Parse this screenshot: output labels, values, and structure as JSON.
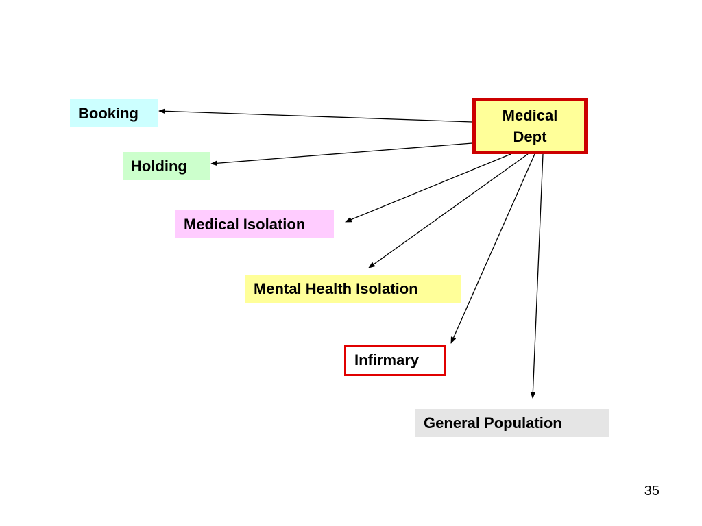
{
  "colors": {
    "booking_bg": "#ccffff",
    "holding_bg": "#ccffcc",
    "medical_isolation_bg": "#ffccff",
    "mental_health_isolation_bg": "#ffff99",
    "infirmary_border": "#e00000",
    "general_population_bg": "#e5e5e5",
    "medical_dept_bg": "#ffff99",
    "medical_dept_border": "#cc0000",
    "arrow": "#000000"
  },
  "diagram": {
    "source": {
      "id": "medical-dept",
      "label": "Medical Dept"
    },
    "targets": [
      {
        "id": "booking",
        "label": "Booking"
      },
      {
        "id": "holding",
        "label": "Holding"
      },
      {
        "id": "medical-isolation",
        "label": "Medical Isolation"
      },
      {
        "id": "mental-health-isolation",
        "label": "Mental Health Isolation"
      },
      {
        "id": "infirmary",
        "label": "Infirmary"
      },
      {
        "id": "general-population",
        "label": "General Population"
      }
    ]
  },
  "page_number": "35"
}
